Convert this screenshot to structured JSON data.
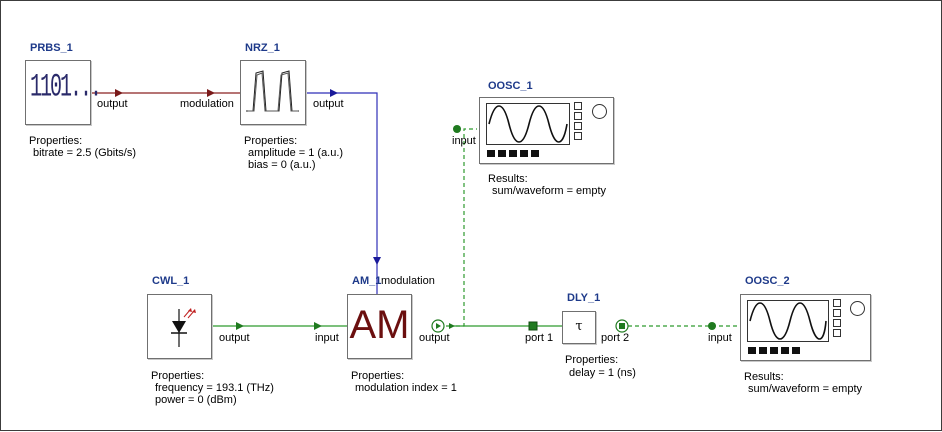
{
  "components": {
    "prbs": {
      "title": "PRBS_1",
      "icon_text": "1101...",
      "port_output": "output",
      "props_header": "Properties:",
      "props": [
        "bitrate = 2.5 (Gbits/s)"
      ]
    },
    "nrz": {
      "title": "NRZ_1",
      "port_input": "modulation",
      "port_output": "output",
      "props_header": "Properties:",
      "props": [
        "amplitude = 1 (a.u.)",
        "bias = 0 (a.u.)"
      ]
    },
    "oosc1": {
      "title": "OOSC_1",
      "port_input": "input",
      "results_header": "Results:",
      "results": [
        "sum/waveform = empty"
      ]
    },
    "cwl": {
      "title": "CWL_1",
      "port_output": "output",
      "props_header": "Properties:",
      "props": [
        "frequency = 193.1 (THz)",
        "power = 0 (dBm)"
      ]
    },
    "am": {
      "title": "AM_1",
      "icon_text": "AM",
      "port_input": "input",
      "port_modulation": "modulation",
      "port_output": "output",
      "props_header": "Properties:",
      "props": [
        "modulation index = 1"
      ]
    },
    "dly": {
      "title": "DLY_1",
      "icon_text": "τ",
      "port_1": "port 1",
      "port_2": "port 2",
      "props_header": "Properties:",
      "props": [
        "delay = 1 (ns)"
      ]
    },
    "oosc2": {
      "title": "OOSC_2",
      "port_input": "input",
      "results_header": "Results:",
      "results": [
        "sum/waveform = empty"
      ]
    }
  },
  "colors": {
    "electrical_wire": "#8b2020",
    "modulation_wire": "#2f2fb8",
    "optical_wire": "#2e9a2e",
    "title": "#1e3a8a",
    "am_text": "#6b0f0f"
  }
}
